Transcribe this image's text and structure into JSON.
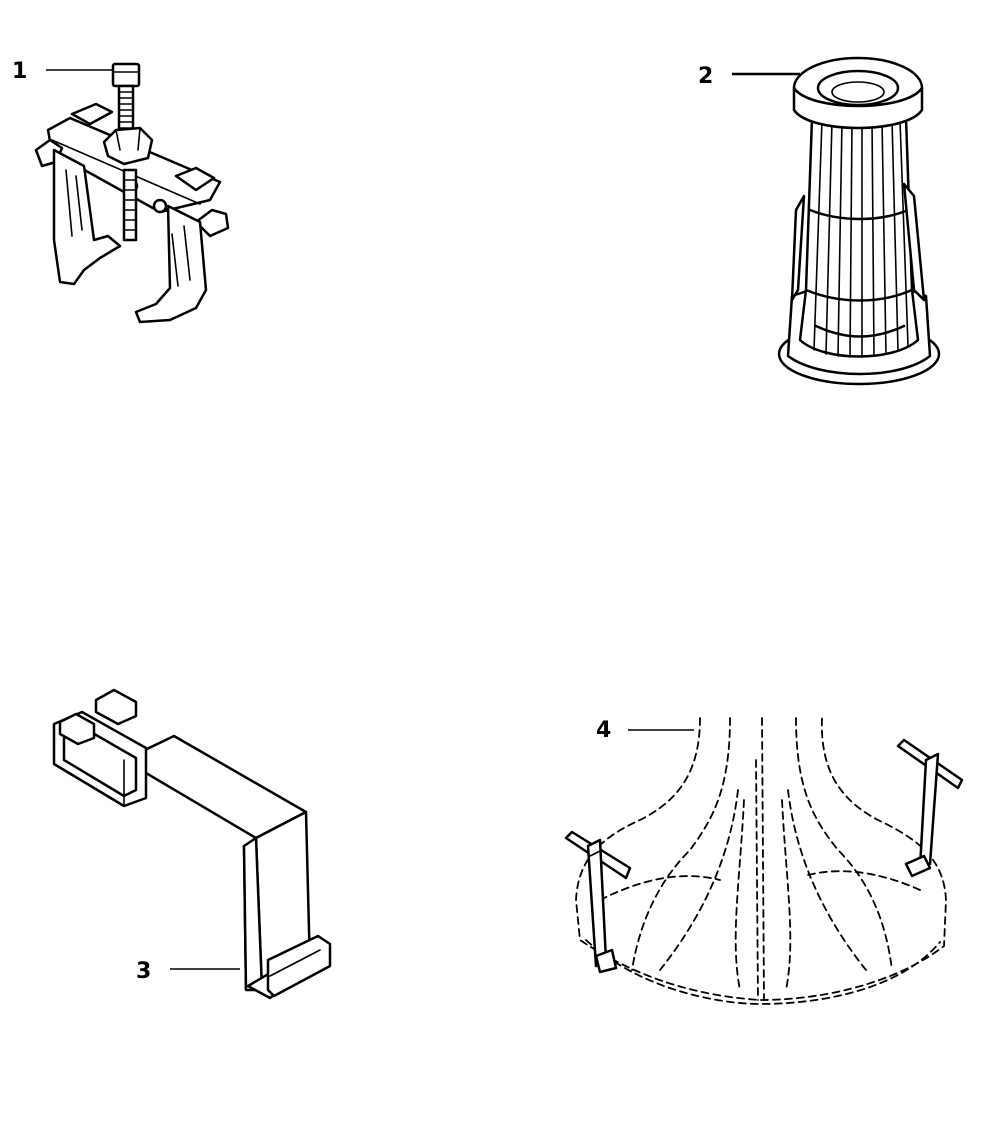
{
  "callouts": [
    {
      "id": "1",
      "text": "1"
    },
    {
      "id": "2",
      "text": "2"
    },
    {
      "id": "3",
      "text": "3"
    },
    {
      "id": "4",
      "text": "4"
    }
  ],
  "colors": {
    "ink": "#000000",
    "paper": "#ffffff"
  },
  "parts": [
    {
      "callout": "1",
      "icon": "gear-puller-icon"
    },
    {
      "callout": "2",
      "icon": "sleeve-tool-icon"
    },
    {
      "callout": "3",
      "icon": "bracket-hook-icon"
    },
    {
      "callout": "4",
      "icon": "bell-fixture-icon"
    }
  ]
}
